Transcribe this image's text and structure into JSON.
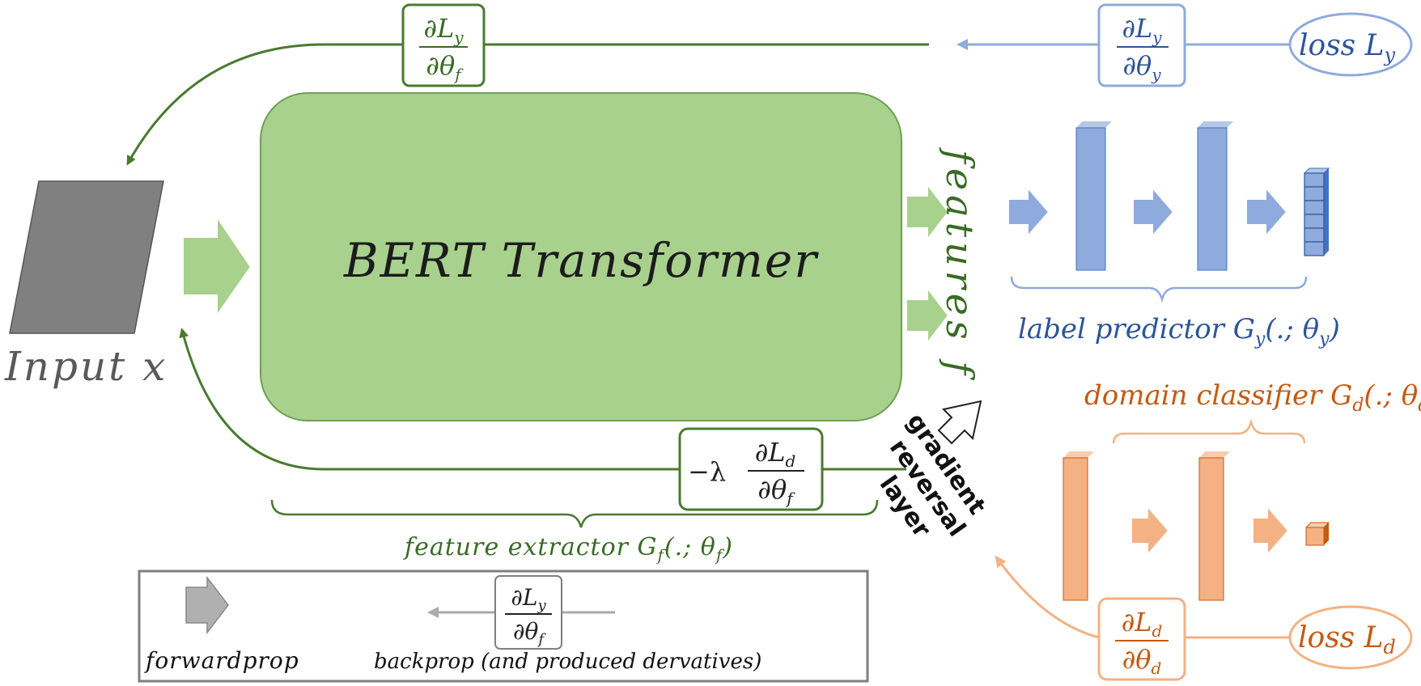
{
  "colors": {
    "green_fill": "#a9d18e",
    "green_dark": "#4a7a30",
    "green_text": "#3a6b26",
    "blue_fill": "#8faadc",
    "blue_dark": "#4472c4",
    "blue_text": "#2e5597",
    "orange_fill": "#f4b183",
    "orange_dark": "#c55a11",
    "orange_text": "#c55a11",
    "gray_input": "#808080",
    "gray_legend": "#aaaaaa",
    "text_dark": "#222222",
    "text_gray": "#595959"
  },
  "input": {
    "label": "Input x",
    "icon": "parallelogram-input-icon"
  },
  "bert": {
    "label": "BERT Transformer"
  },
  "features": {
    "label": "features f"
  },
  "label_predictor": {
    "label_prefix": "label predictor ",
    "symbol": "G",
    "sub": "y",
    "args": "(.; θ",
    "args_sub": "y",
    "args_close": ")"
  },
  "domain_classifier": {
    "label_prefix": "domain classifier ",
    "symbol": "G",
    "sub": "d",
    "args": "(.; θ",
    "args_sub": "d",
    "args_close": ")"
  },
  "feature_extractor": {
    "label_prefix": "feature extractor ",
    "symbol": "G",
    "sub": "f",
    "args": "(.; θ",
    "args_sub": "f",
    "args_close": ")"
  },
  "grl": {
    "line1": "gradient",
    "line2": "reversal",
    "line3": "layer"
  },
  "loss_y": {
    "text": "loss L",
    "sub": "y"
  },
  "loss_d": {
    "text": "loss L",
    "sub": "d"
  },
  "deriv_ly_thy": {
    "num": "∂L",
    "num_sub": "y",
    "den": "∂θ",
    "den_sub": "y"
  },
  "deriv_ly_thf": {
    "num": "∂L",
    "num_sub": "y",
    "den": "∂θ",
    "den_sub": "f"
  },
  "deriv_ld_thd": {
    "num": "∂L",
    "num_sub": "d",
    "den": "∂θ",
    "den_sub": "d"
  },
  "deriv_ld_thf": {
    "prefix": "−λ",
    "num": "∂L",
    "num_sub": "d",
    "den": "∂θ",
    "den_sub": "f"
  },
  "legend": {
    "forward_label": "forwardprop",
    "backward_label": "backprop (and produced dervatives)",
    "num": "∂L",
    "num_sub": "y",
    "den": "∂θ",
    "den_sub": "f"
  }
}
